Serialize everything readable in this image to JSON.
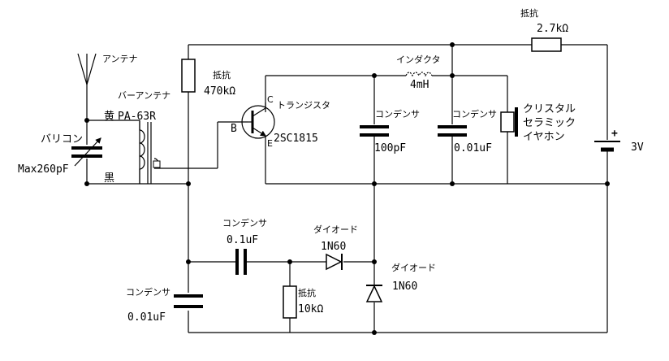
{
  "antenna": {
    "label": "アンテナ"
  },
  "bar_antenna": {
    "label": "バーアンテナ",
    "model": "PA-63R",
    "yellow": "黄",
    "black": "黒"
  },
  "varicon": {
    "label": "バリコン",
    "value": "Max260pF"
  },
  "resistor_bias": {
    "label": "抵抗",
    "value": "470kΩ"
  },
  "resistor_top": {
    "label": "抵抗",
    "value": "2.7kΩ"
  },
  "resistor_load": {
    "label": "抵抗",
    "value": "10kΩ"
  },
  "transistor": {
    "label": "トランジスタ",
    "model": "2SC1815",
    "pin_b": "B",
    "pin_c": "C",
    "pin_e": "E"
  },
  "inductor": {
    "label": "インダクタ",
    "value": "4mH"
  },
  "cap_100p": {
    "label": "コンデンサ",
    "value": "100pF"
  },
  "cap_001_top": {
    "label": "コンデンサ",
    "value": "0.01uF"
  },
  "cap_01": {
    "label": "コンデンサ",
    "value": "0.1uF"
  },
  "cap_001_bottom": {
    "label": "コンデンサ",
    "value": "0.01uF"
  },
  "earphone": {
    "line1": "クリスタル",
    "line2": "セラミック",
    "line3": "イヤホン"
  },
  "battery": {
    "plus": "+",
    "value": "3V"
  },
  "diode1": {
    "label": "ダイオード",
    "model": "1N60"
  },
  "diode2": {
    "label": "ダイオード",
    "model": "1N60"
  }
}
